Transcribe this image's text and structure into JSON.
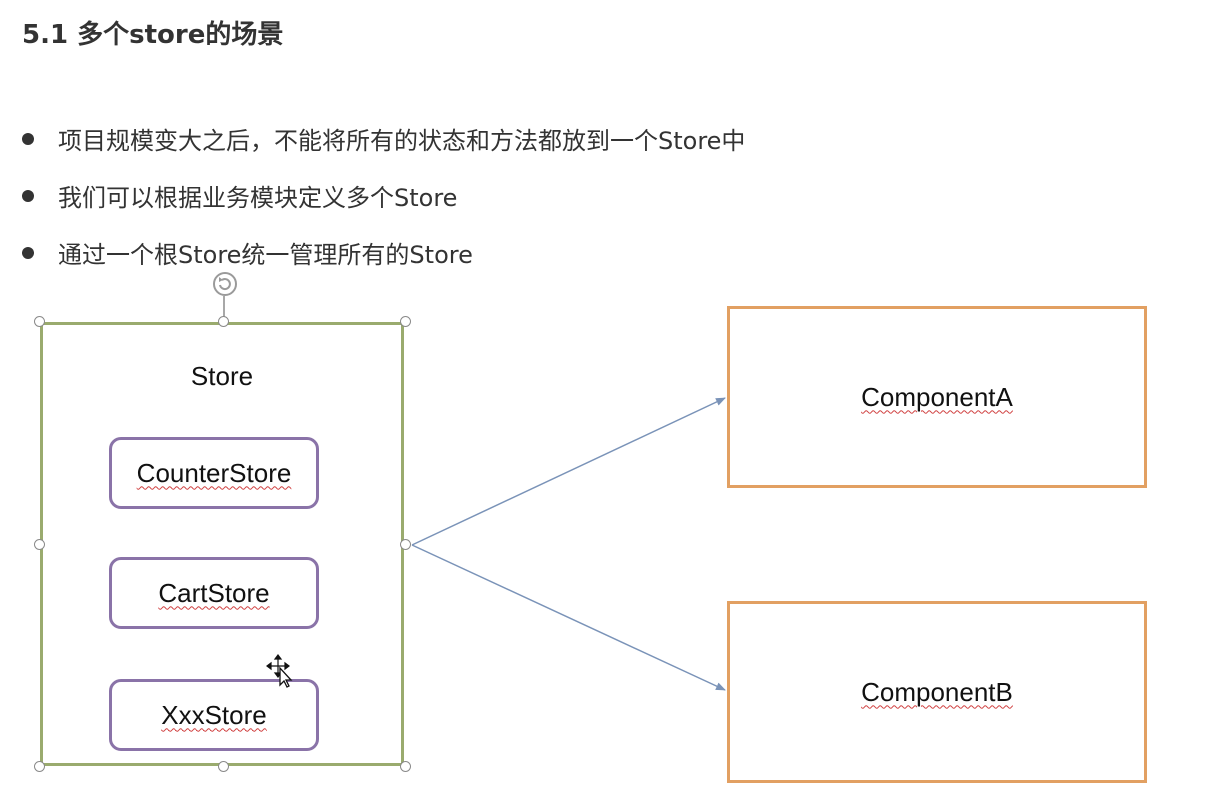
{
  "slide": {
    "title": "5.1 多个store的场景",
    "bullets": [
      "项目规模变大之后，不能将所有的状态和方法都放到一个Store中",
      "我们可以根据业务模块定义多个Store",
      "通过一个根Store统一管理所有的Store"
    ]
  },
  "diagram": {
    "store_label": "Store",
    "inner_stores": [
      "CounterStore",
      "CartStore",
      "XxxStore"
    ],
    "components": [
      "ComponentA",
      "ComponentB"
    ]
  },
  "colors": {
    "store_border": "#9aab6e",
    "inner_store_border": "#8a73a8",
    "component_border": "#e2a062",
    "arrow": "#7a93b8",
    "spellcheck_underline": "#d04040"
  },
  "icons": {
    "rotate": "rotate-handle-icon",
    "cursor": "move-cursor-icon"
  }
}
